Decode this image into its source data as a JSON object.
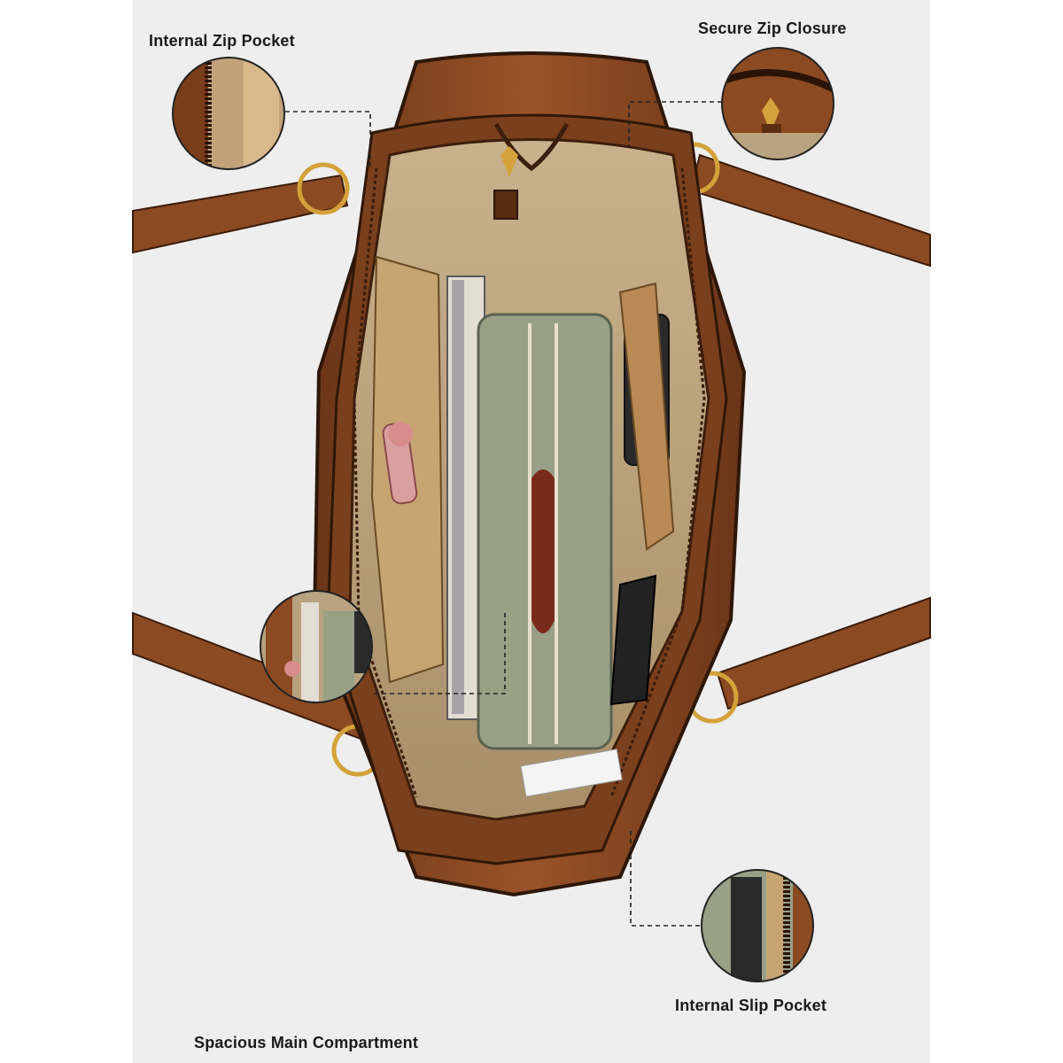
{
  "callouts": {
    "internal_zip_pocket": "Internal Zip Pocket",
    "secure_zip_closure": "Secure Zip Closure",
    "spacious_main_compartment": "Spacious Main Compartment",
    "internal_slip_pocket": "Internal Slip Pocket"
  },
  "colors": {
    "background_panel": "#eeeeee",
    "leather": "#8a4a22",
    "leather_dark": "#5a2d12",
    "lining": "#b8a17e",
    "hardware": "#d4a23a",
    "pouch": "#98a086"
  }
}
